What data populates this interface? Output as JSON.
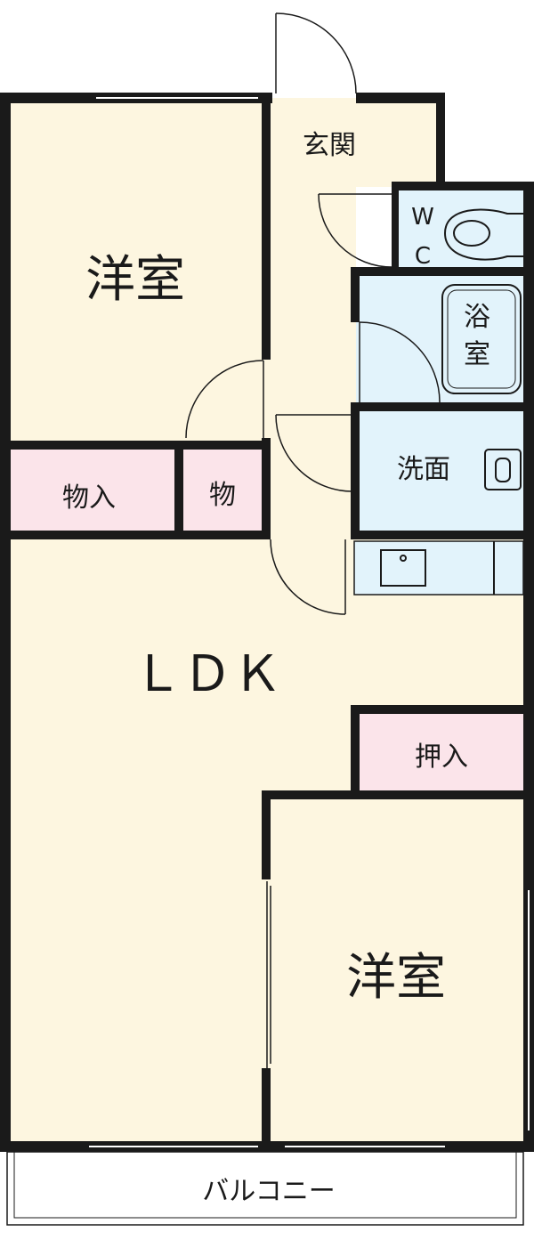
{
  "rooms": {
    "western_room_upper": "洋室",
    "storage_upper_left": "物入",
    "storage_upper_small": "物",
    "entrance": "玄関",
    "toilet_w": "W",
    "toilet_c": "C",
    "bath_top": "浴",
    "bath_bottom": "室",
    "washroom": "洗面",
    "ldk": "ＬＤＫ",
    "closet": "押入",
    "western_room_lower": "洋室",
    "balcony": "バルコニー"
  },
  "colors": {
    "room_fill": "#fdf6e0",
    "storage_fill": "#fbe4ea",
    "wet_fill": "#e2f3fb",
    "wall": "#1a1a1a",
    "background": "#ffffff"
  }
}
